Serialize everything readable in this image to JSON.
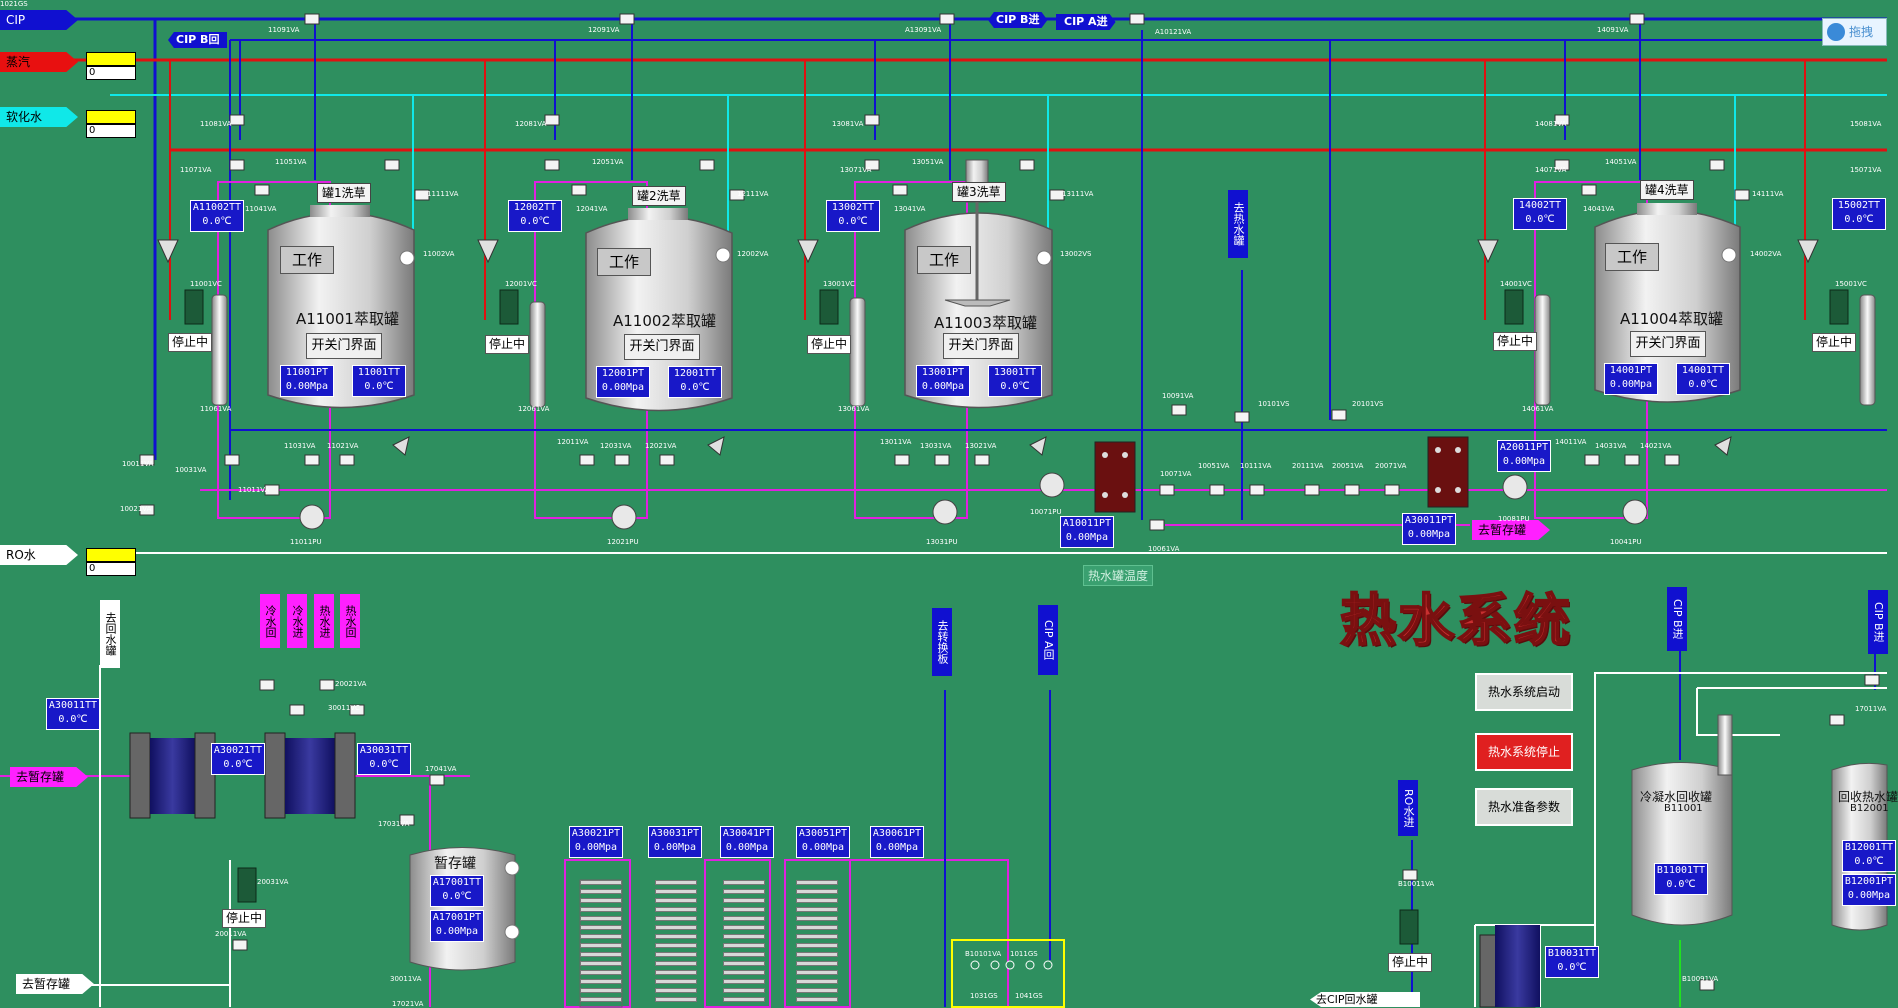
{
  "top_right_button": "拖拽",
  "section_title": "热水系统",
  "hot_tank_temp_label": "热水罐温度",
  "left_sources": [
    {
      "label": "CIP",
      "color": "#1010d0",
      "text_color": "#ffffff"
    },
    {
      "label": "蒸汽",
      "color": "#e81010",
      "text_color": "#000000"
    },
    {
      "label": "软化水",
      "color": "#10e8e8",
      "text_color": "#000000"
    },
    {
      "label": "RO水",
      "color": "#ffffff",
      "text_color": "#000000"
    }
  ],
  "source_indicators": [
    {
      "value": "0"
    },
    {
      "value": "0"
    },
    {
      "value": "0"
    }
  ],
  "cip_tags": {
    "cip_b_return": "CIP B回",
    "cip_b_in": "CIP B进",
    "cip_a_in": "CIP A进"
  },
  "tanks": [
    {
      "name": "A11001萃取罐",
      "work": "工作",
      "door": "开关门界面",
      "wash": "罐1洗草",
      "stop": "停止中",
      "pt_tag": "11001PT",
      "pt_value": "0.00Mpa",
      "tt_tag": "11001TT",
      "tt_value": "0.0℃",
      "tt2_tag": "A11002TT",
      "tt2_value": "0.0℃"
    },
    {
      "name": "A11002萃取罐",
      "work": "工作",
      "door": "开关门界面",
      "wash": "罐2洗草",
      "stop": "停止中",
      "pt_tag": "12001PT",
      "pt_value": "0.00Mpa",
      "tt_tag": "12001TT",
      "tt_value": "0.0℃",
      "tt2_tag": "12002TT",
      "tt2_value": "0.0℃"
    },
    {
      "name": "A11003萃取罐",
      "work": "工作",
      "door": "开关门界面",
      "wash": "罐3洗草",
      "stop": "停止中",
      "pt_tag": "13001PT",
      "pt_value": "0.00Mpa",
      "tt_tag": "13001TT",
      "tt_value": "0.0℃",
      "tt2_tag": "13002TT",
      "tt2_value": "0.0℃"
    },
    {
      "name": "A11004萃取罐",
      "work": "工作",
      "door": "开关门界面",
      "wash": "罐4洗草",
      "stop": "停止中",
      "pt_tag": "14001PT",
      "pt_value": "0.00Mpa",
      "tt_tag": "14001TT",
      "tt_value": "0.0℃",
      "tt2_tag": "14002TT",
      "tt2_value": "0.0℃"
    }
  ],
  "partial_tank_right": {
    "tt_tag": "15002TT",
    "tt_value": "0.0℃",
    "stop": "停止中"
  },
  "mid_readouts": [
    {
      "tag": "A10011PT",
      "value": "0.00Mpa"
    },
    {
      "tag": "A30011PT",
      "value": "0.00Mpa"
    },
    {
      "tag": "A20011PT",
      "value": "0.00Mpa"
    }
  ],
  "go_temp_tank": "去暂存罐",
  "vertical_tags": {
    "return_water": "去回水罐",
    "cip_a_return": "CIP A回",
    "to_exchanger": "去转换板",
    "cip_b_in2": "CIP B进",
    "ro_in": "RO水进",
    "right_cip": "CIP B进",
    "mid_blue": "去热水罐",
    "pink": [
      "冷水回",
      "冷水进",
      "热水进",
      "热水回"
    ]
  },
  "hot_system": {
    "start": "热水系统启动",
    "stop": "热水系统停止",
    "params": "热水准备参数"
  },
  "lower_readouts_tt": [
    {
      "tag": "A30011TT",
      "value": "0.0℃"
    },
    {
      "tag": "A30021TT",
      "value": "0.0℃"
    },
    {
      "tag": "A30031TT",
      "value": "0.0℃"
    }
  ],
  "lower_pt_row": [
    {
      "tag": "A30021PT",
      "value": "0.00Mpa"
    },
    {
      "tag": "A30031PT",
      "value": "0.00Mpa"
    },
    {
      "tag": "A30041PT",
      "value": "0.00Mpa"
    },
    {
      "tag": "A30051PT",
      "value": "0.00Mpa"
    },
    {
      "tag": "A30061PT",
      "value": "0.00Mpa"
    }
  ],
  "temp_tank": {
    "name": "暂存罐",
    "tt_tag": "A17001TT",
    "tt_value": "0.0℃",
    "pt_tag": "A17001PT",
    "pt_value": "0.00Mpa",
    "stop": "停止中"
  },
  "condensate_tank": {
    "name": "冷凝水回收罐",
    "code": "B11001",
    "tt_tag": "B11001TT",
    "tt_value": "0.0℃"
  },
  "recycle_tank": {
    "name": "回收热水罐",
    "code": "B12001",
    "tt_tag": "B12001TT",
    "tt_value": "0.0℃",
    "pt_tag": "B12001PT",
    "pt_value": "0.00Mpa"
  },
  "b10031tt": {
    "tag": "B10031TT",
    "value": "0.0℃"
  },
  "bottom_stop": "停止中",
  "cip_return_bottom": "去CIP回水罐",
  "valve_labels": [
    "11091VA",
    "12091VA",
    "A13091VA",
    "A10121VA",
    "14091VA",
    "11081VA",
    "11071VA",
    "11041VA",
    "11051VA",
    "11111VA",
    "11002VA",
    "11001VC",
    "11061VA",
    "11031VA",
    "11021VA",
    "11011PU",
    "11011VA",
    "10011VA",
    "10021VA",
    "10031VA",
    "12081VA",
    "12041VA",
    "12051VA",
    "12111VA",
    "12002VA",
    "12001VC",
    "12061VA",
    "12011VA",
    "12031VA",
    "12021VA",
    "12021PU",
    "13081VA",
    "13071VA",
    "13041VA",
    "13051VA",
    "13111VA",
    "13002VS",
    "13001VC",
    "13061VA",
    "13011VA",
    "13031VA",
    "13021VA",
    "13031PU",
    "10091VA",
    "10101VS",
    "20101VS",
    "10071VA",
    "10051VA",
    "10111VA",
    "20111VA",
    "20051VA",
    "20071VA",
    "10071PU",
    "10061VA",
    "10081PU",
    "14081VA",
    "14071VA",
    "14041VA",
    "14051VA",
    "14111VA",
    "14002VA",
    "14001VC",
    "14061VA",
    "14011VA",
    "14031VA",
    "14021VA",
    "10041PU",
    "15081VA",
    "15071VA",
    "15001VC",
    "17041VA",
    "17031VA",
    "20011VA",
    "20021VA",
    "20031VA",
    "30011VC",
    "30011VA",
    "17021VA",
    "17011VA",
    "B10011VA",
    "B10091VA",
    "B10101VA",
    "1011GS",
    "1031GS",
    "1041GS",
    "1021GS"
  ]
}
